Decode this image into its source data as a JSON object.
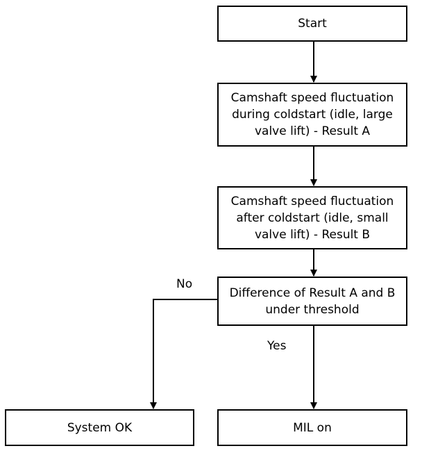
{
  "flowchart": {
    "nodes": {
      "start": "Start",
      "result_a": "Camshaft speed fluctuation during coldstart (idle, large valve lift) - Result A",
      "result_b": "Camshaft speed fluctuation after coldstart (idle, small valve lift) - Result B",
      "decision": "Difference of Result A and B under threshold",
      "system_ok": "System OK",
      "mil_on": "MIL on"
    },
    "edge_labels": {
      "no": "No",
      "yes": "Yes"
    }
  }
}
